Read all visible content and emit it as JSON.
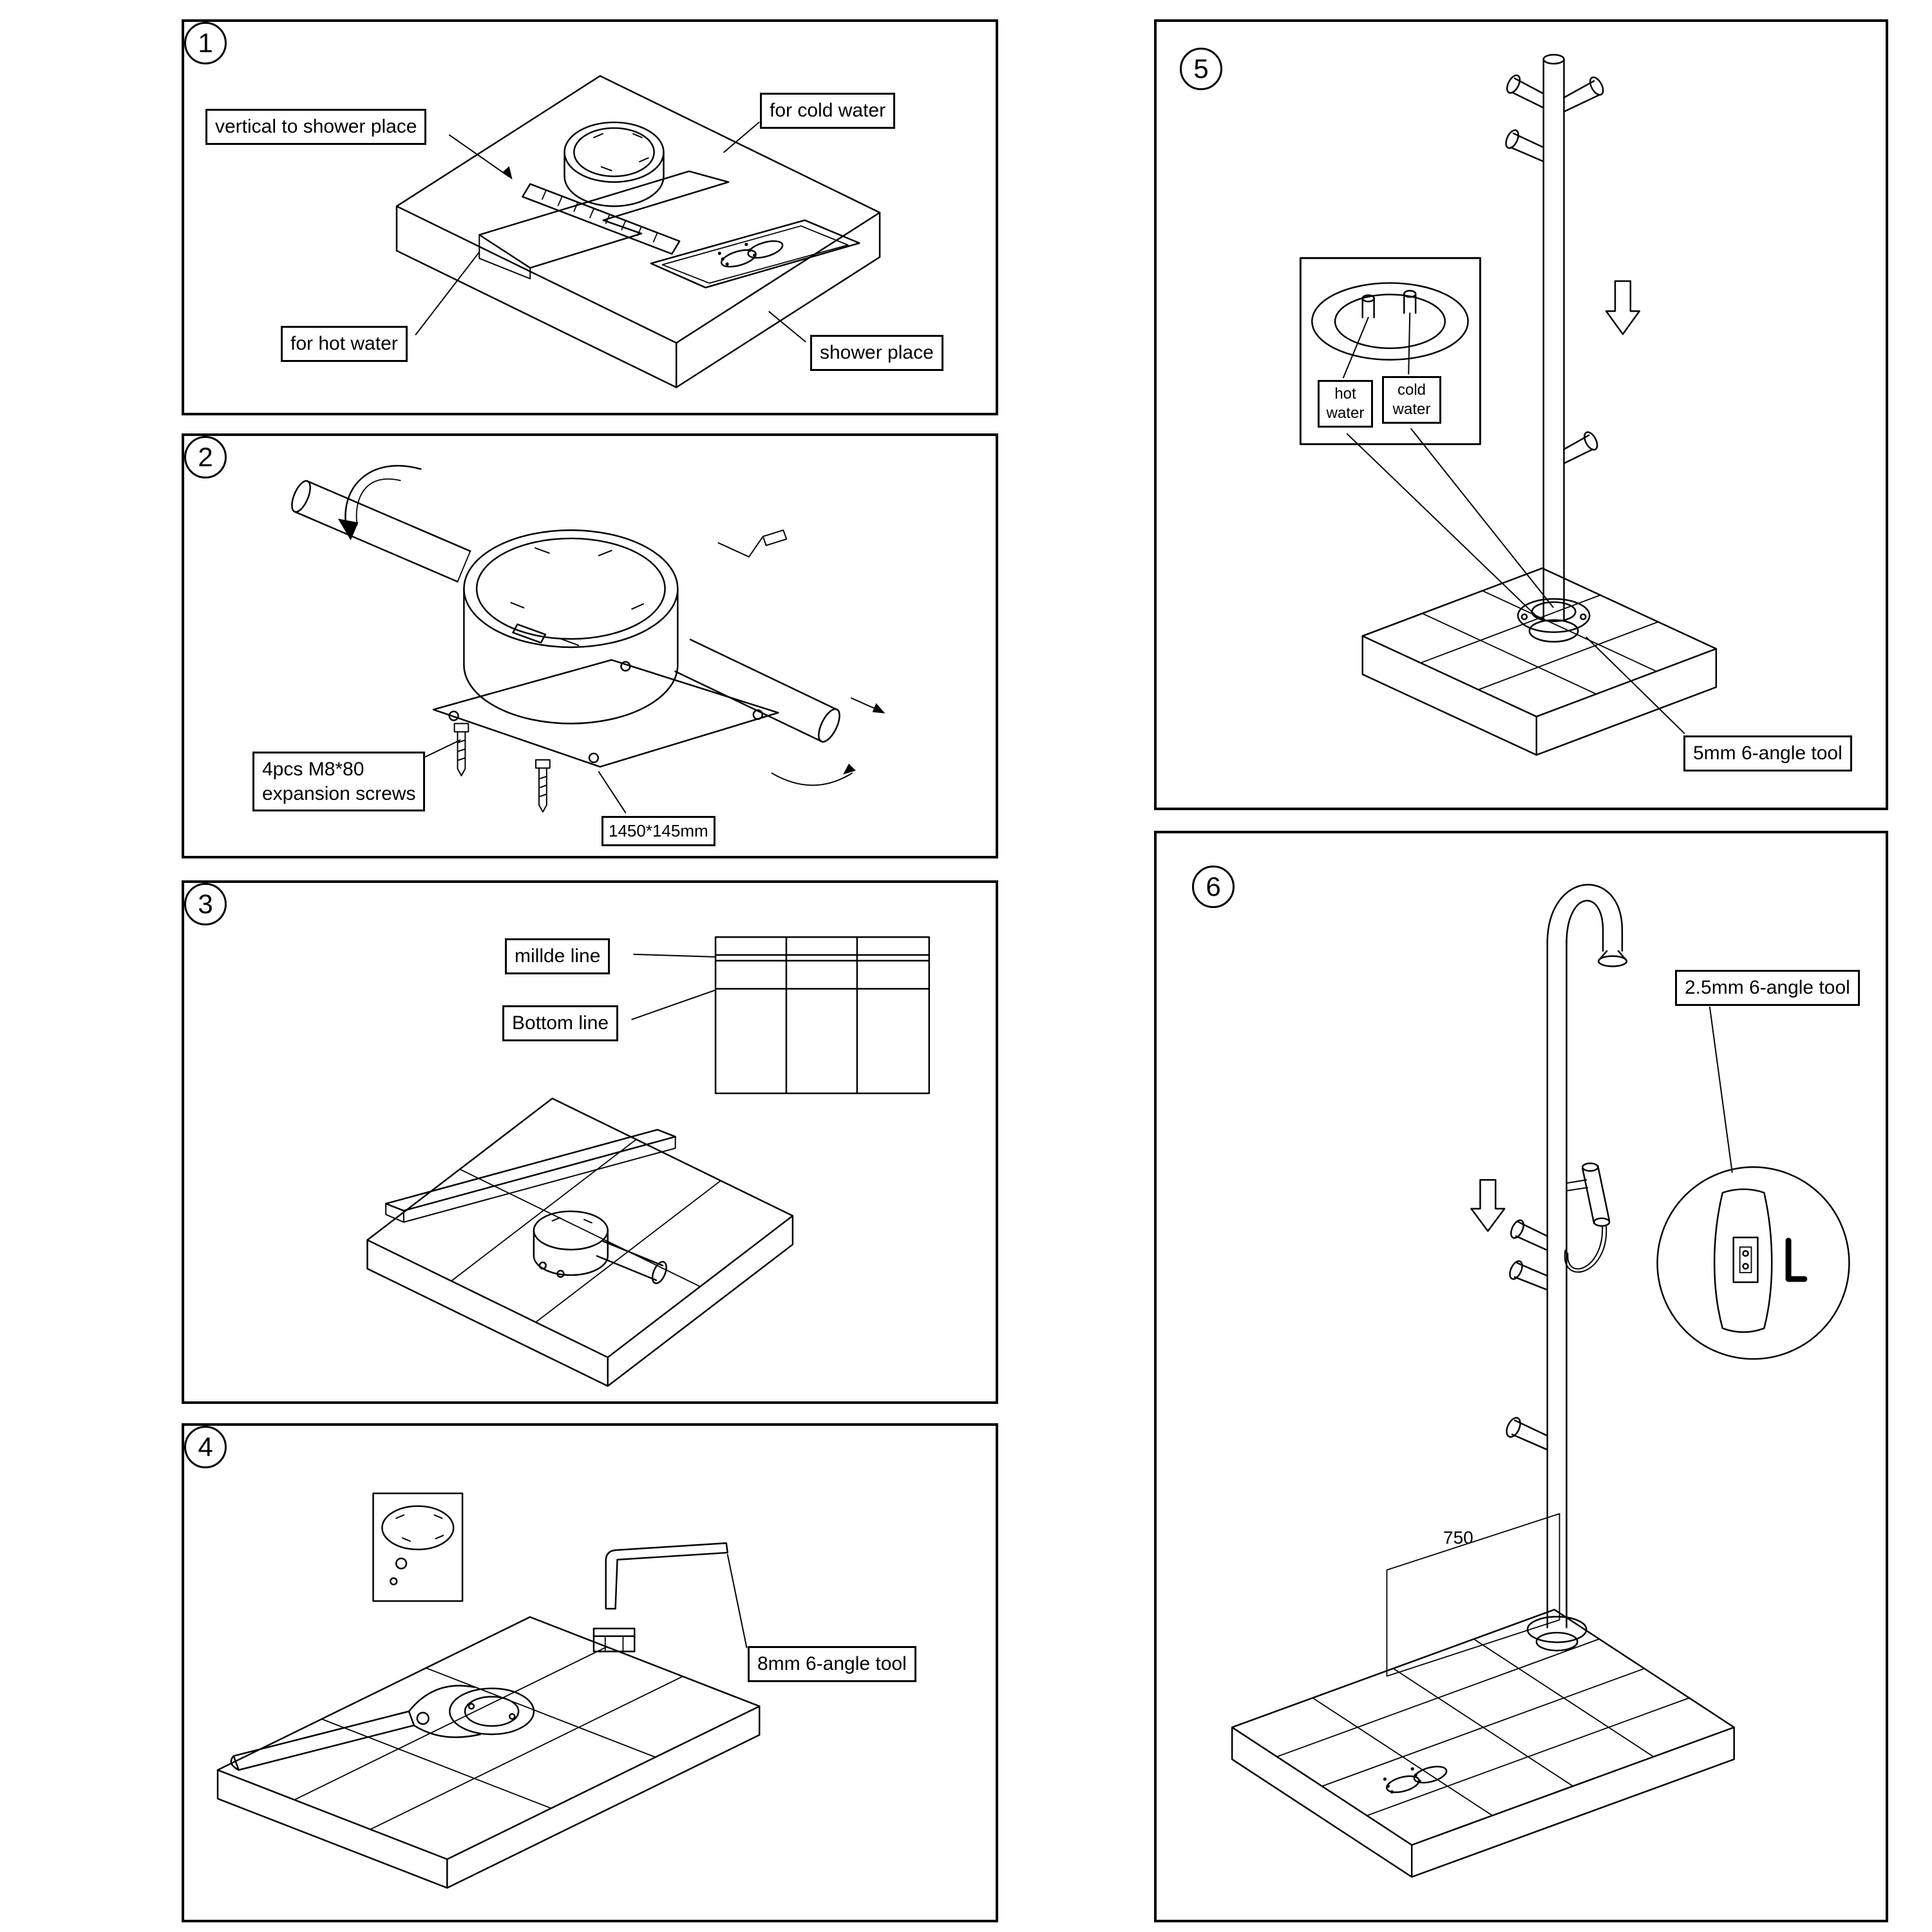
{
  "document": {
    "kind": "shower-installation-instructions"
  },
  "colors": {
    "ink": "#000000",
    "paper": "#ffffff"
  },
  "panels": [
    {
      "number": "1",
      "labels": {
        "vertical": "vertical to shower place",
        "cold": "for cold water",
        "hot": "for hot water",
        "place": "shower place"
      }
    },
    {
      "number": "2",
      "labels": {
        "screws1": "4pcs M8*80",
        "screws2": "expansion screws",
        "dim": "1450*145mm"
      }
    },
    {
      "number": "3",
      "labels": {
        "middle": "millde line",
        "bottom": "Bottom line"
      }
    },
    {
      "number": "4",
      "labels": {
        "tool": "8mm 6-angle tool"
      }
    },
    {
      "number": "5",
      "labels": {
        "hot": "hot water",
        "cold": "cold water",
        "tool": "5mm 6-angle tool"
      }
    },
    {
      "number": "6",
      "labels": {
        "tool": "2.5mm 6-angle tool",
        "dim": "750"
      }
    }
  ]
}
